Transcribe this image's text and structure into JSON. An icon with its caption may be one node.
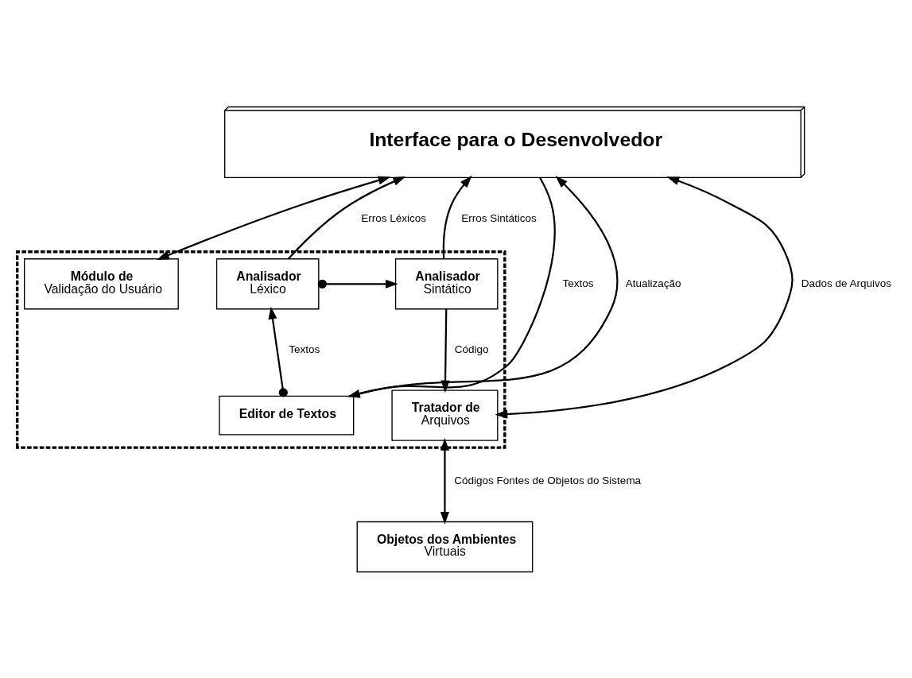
{
  "diagram": {
    "nodes": [
      {
        "text": [
          "Interface para o Desenvolvedor"
        ]
      },
      {
        "text": [],
        "shape": "box"
      },
      {
        "text": [
          "Módulo de",
          "Validação do Usuário"
        ],
        "in": 1
      },
      {
        "text": [
          "Analisador",
          "Léxico"
        ],
        "in": 1
      },
      {
        "text": [
          "Analisador",
          "Sintático"
        ],
        "in": 1
      },
      {
        "text": [
          "Editor de Textos"
        ],
        "in": 1
      },
      {
        "text": [
          "Tratador de",
          "Arquivos"
        ],
        "in": 1
      },
      {
        "text": [
          "Objetos dos Ambientes",
          "Virtuais"
        ]
      }
    ],
    "edges": [
      {
        "from": 0,
        "to": 2,
        "arrow": "both"
      },
      {
        "from": 0,
        "to": 5,
        "arrow": "to",
        "label": "Textos"
      },
      {
        "from": 5,
        "to": 0,
        "arrow": "to",
        "label": "Atualização"
      },
      {
        "from": 3,
        "to": 0,
        "arrow": "to",
        "label": "Erros Léxicos"
      },
      {
        "from": 4,
        "to": 0,
        "arrow": "to",
        "label": "Erros Sintáticos"
      },
      {
        "from": 0,
        "to": 6,
        "arrow": "both",
        "label": "Dados de Arquivos"
      },
      {
        "from": 3,
        "to": 4,
        "arrow": "to"
      },
      {
        "from": 5,
        "to": 3,
        "arrow": "to",
        "label": "Textos"
      },
      {
        "from": 4,
        "to": 6,
        "arrow": "to",
        "label": "Código"
      },
      {
        "from": 6,
        "to": 7,
        "arrow": "both",
        "label": "Códigos Fontes de Objetos do Sistema"
      }
    ]
  }
}
